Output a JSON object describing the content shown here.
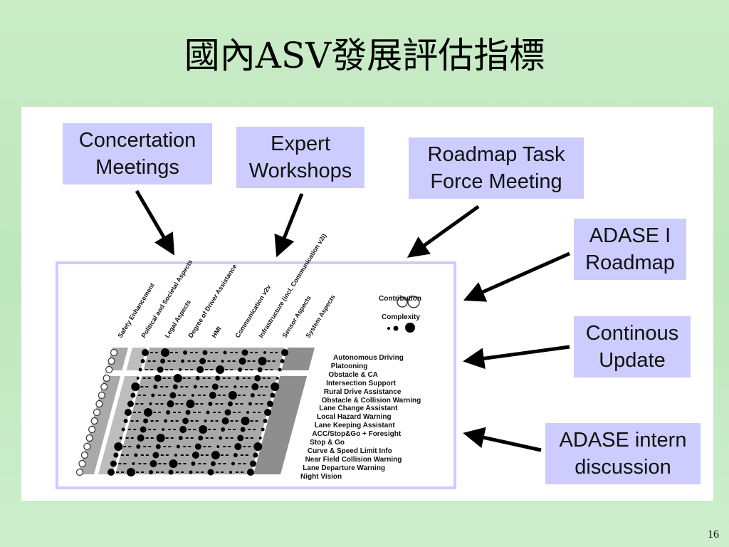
{
  "slide": {
    "title": "國內ASV發展評估指標",
    "page_number": "16"
  },
  "boxes": {
    "concertation": "Concertation Meetings",
    "expert": "Expert Workshops",
    "roadmap_task": "Roadmap Task Force Meeting",
    "adase_roadmap": "ADASE I Roadmap",
    "continous": "Continous Update",
    "intern": "ADASE intern discussion"
  },
  "matrix": {
    "columns": [
      "Safety Enhancement",
      "Political and Societal Aspects",
      "Legal Aspects",
      "Degree of Driver Assistance",
      "HMI",
      "Communication v2v",
      "Infrastructure (incl. Communication v2i)",
      "Sensor Aspects",
      "System Aspects"
    ],
    "rows": [
      "Autonomous Driving",
      "Platooning",
      "Obstacle & CA",
      "Intersection Support",
      "Rural Drive Assistance",
      "Obstacle & Collision Warning",
      "Lane Change Assistant",
      "Local Hazard Warning",
      "Lane Keeping Assistant",
      "ACC/Stop&Go + Foresight",
      "Stop & Go",
      "Curve & Speed Limit Info",
      "Near Field Collision Warning",
      "Lane Departure Warning",
      "Night Vision"
    ],
    "legend": {
      "contribution": "Contribution",
      "complexity": "Complexity"
    }
  },
  "colors": {
    "box_fill": "#ccccff",
    "background": "#c4e9c2",
    "panel": "#ffffff",
    "stripe": "#a9a9a9"
  }
}
